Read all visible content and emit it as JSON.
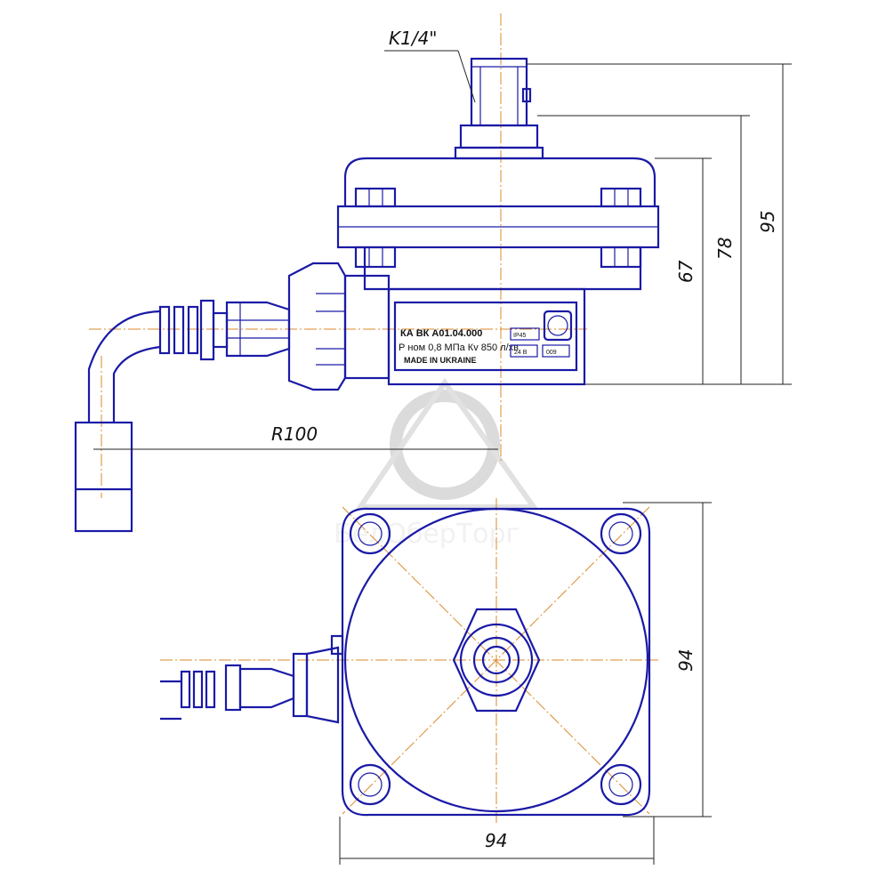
{
  "drawing": {
    "thread_label": "K1/4\"",
    "dimensions": {
      "height_body": "67",
      "height_to_fitting": "78",
      "height_total": "95",
      "bend_radius": "R100",
      "width": "94",
      "depth": "94"
    },
    "nameplate": {
      "model": "КА ВК  А01.04.000",
      "spec_line": "Р ном 0,8 МПа Кv 850 л/хв",
      "origin": "MADE IN UKRAINE",
      "protection": "IP45",
      "voltage": "24 B",
      "code": "009"
    },
    "watermark": "БелОберТорг",
    "colors": {
      "line": "#1a1aa6",
      "axis": "#d98b2b"
    }
  }
}
